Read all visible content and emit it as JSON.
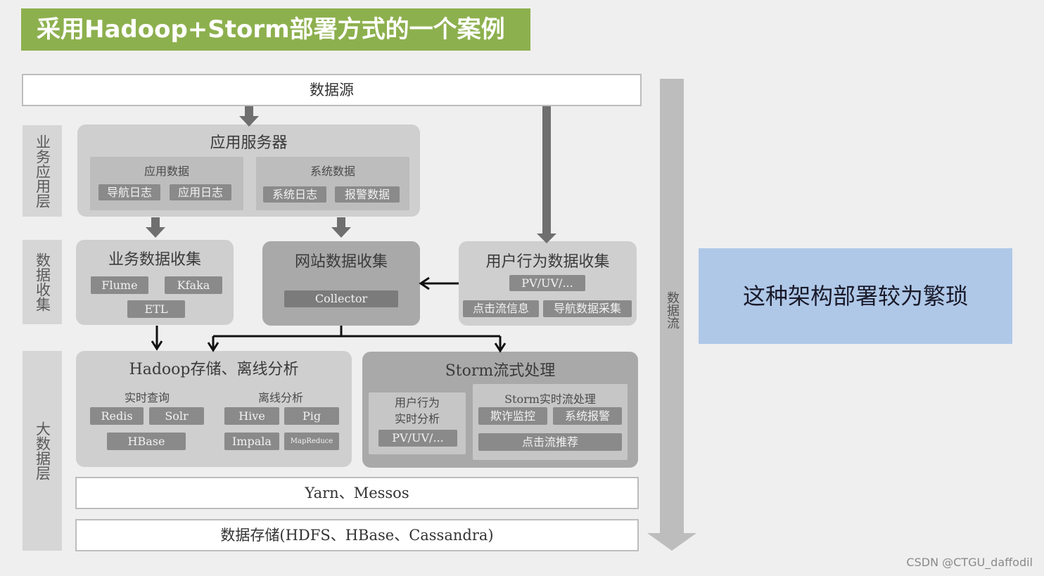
{
  "title": "采用Hadoop+Storm部署方式的一个案例",
  "data_source": "数据源",
  "layers": {
    "business": "业务应用层",
    "collect": "数据收集",
    "bigdata": "大数据层"
  },
  "app_server": {
    "title": "应用服务器",
    "app_data": {
      "title": "应用数据",
      "items": [
        "导航日志",
        "应用日志"
      ]
    },
    "sys_data": {
      "title": "系统数据",
      "items": [
        "系统日志",
        "报警数据"
      ]
    }
  },
  "biz_collect": {
    "title": "业务数据收集",
    "items": [
      "Flume",
      "Kfaka",
      "ETL"
    ]
  },
  "web_collect": {
    "title": "网站数据收集",
    "items": [
      "Collector"
    ]
  },
  "user_collect": {
    "title": "用户行为数据收集",
    "items": [
      "PV/UV/...",
      "点击流信息",
      "导航数据采集"
    ]
  },
  "hadoop": {
    "title": "Hadoop存储、离线分析",
    "realtime": {
      "title": "实时查询",
      "items": [
        "Redis",
        "Solr",
        "HBase"
      ]
    },
    "offline": {
      "title": "离线分析",
      "items": [
        "Hive",
        "Pig",
        "Impala",
        "MapReduce"
      ]
    }
  },
  "storm": {
    "title": "Storm流式处理",
    "user": {
      "title_line1": "用户行为",
      "title_line2": "实时分析",
      "items": [
        "PV/UV/..."
      ]
    },
    "realtime": {
      "title": "Storm实时流处理",
      "items": [
        "欺诈监控",
        "系统报警",
        "点击流推荐"
      ]
    }
  },
  "yarn": "Yarn、Messos",
  "storage": "数据存储(HDFS、HBase、Cassandra)",
  "flow": "数据流",
  "note": "这种架构部署较为繁琐",
  "watermark": "CSDN @CTGU_daffodil"
}
